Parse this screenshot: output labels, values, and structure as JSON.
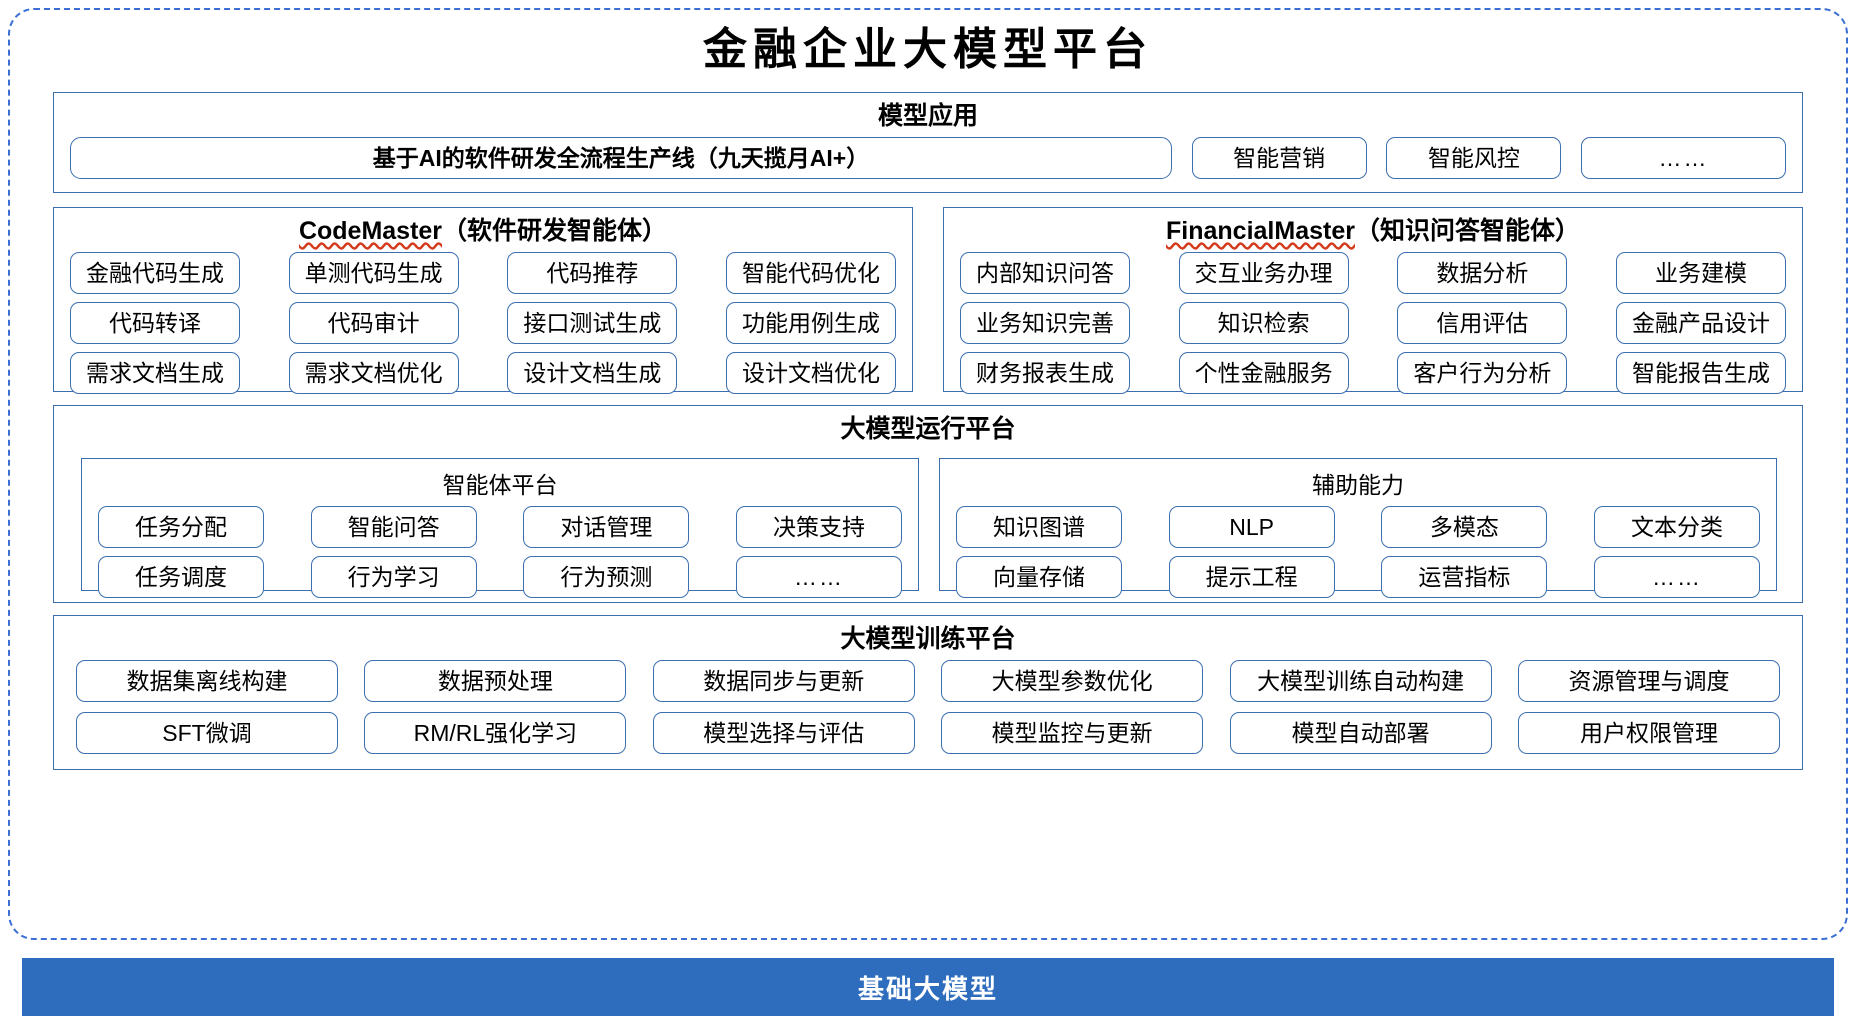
{
  "page": {
    "title": "金融企业大模型平台",
    "accent_color": "#2e6dbe",
    "border_color": "#3b6fb0",
    "dashed_frame_color": "#3b6fd4",
    "spellcheck_underline_color": "#d43b1d"
  },
  "model_application": {
    "title": "模型应用",
    "wide_item": "基于AI的软件研发全流程生产线（九天揽月AI+）",
    "items": [
      "智能营销",
      "智能风控",
      "……"
    ]
  },
  "code_master": {
    "title_en": "CodeMaster",
    "title_cn": "（软件研发智能体）",
    "rows": [
      [
        "金融代码生成",
        "单测代码生成",
        "代码推荐",
        "智能代码优化"
      ],
      [
        "代码转译",
        "代码审计",
        "接口测试生成",
        "功能用例生成"
      ],
      [
        "需求文档生成",
        "需求文档优化",
        "设计文档生成",
        "设计文档优化"
      ]
    ]
  },
  "financial_master": {
    "title_en": "FinancialMaster",
    "title_cn": "（知识问答智能体）",
    "rows": [
      [
        "内部知识问答",
        "交互业务办理",
        "数据分析",
        "业务建模"
      ],
      [
        "业务知识完善",
        "知识检索",
        "信用评估",
        "金融产品设计"
      ],
      [
        "财务报表生成",
        "个性金融服务",
        "客户行为分析",
        "智能报告生成"
      ]
    ]
  },
  "runtime_platform": {
    "title": "大模型运行平台",
    "agent_platform": {
      "title": "智能体平台",
      "rows": [
        [
          "任务分配",
          "智能问答",
          "对话管理",
          "决策支持"
        ],
        [
          "任务调度",
          "行为学习",
          "行为预测",
          "……"
        ]
      ]
    },
    "auxiliary": {
      "title": "辅助能力",
      "rows": [
        [
          "知识图谱",
          "NLP",
          "多模态",
          "文本分类"
        ],
        [
          "向量存储",
          "提示工程",
          "运营指标",
          "……"
        ]
      ]
    }
  },
  "training_platform": {
    "title": "大模型训练平台",
    "rows": [
      [
        "数据集离线构建",
        "数据预处理",
        "数据同步与更新",
        "大模型参数优化",
        "大模型训练自动构建",
        "资源管理与调度"
      ],
      [
        "SFT微调",
        "RM/RL强化学习",
        "模型选择与评估",
        "模型监控与更新",
        "模型自动部署",
        "用户权限管理"
      ]
    ]
  },
  "base_model_bar": {
    "label": "基础大模型"
  }
}
